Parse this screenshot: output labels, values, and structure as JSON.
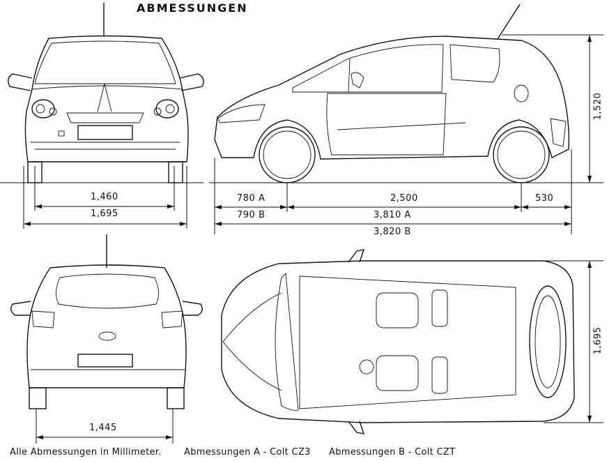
{
  "title": "ABMESSUNGEN",
  "front_view": {
    "track_width": "1,460",
    "overall_width": "1,695"
  },
  "side_view": {
    "front_overhang_a": "780 A",
    "front_overhang_b": "790 B",
    "wheelbase": "2,500",
    "rear_overhang": "530",
    "length_a": "3,810 A",
    "length_b": "3,820 B",
    "height": "1,520"
  },
  "rear_view": {
    "rear_track": "1,445"
  },
  "top_view": {
    "width": "1,695"
  },
  "footer": {
    "units_note": "Alle Abmessungen in Millimeter.",
    "variant_a": "Abmessungen A - Colt CZ3",
    "variant_b": "Abmessungen B - Colt CZT"
  }
}
